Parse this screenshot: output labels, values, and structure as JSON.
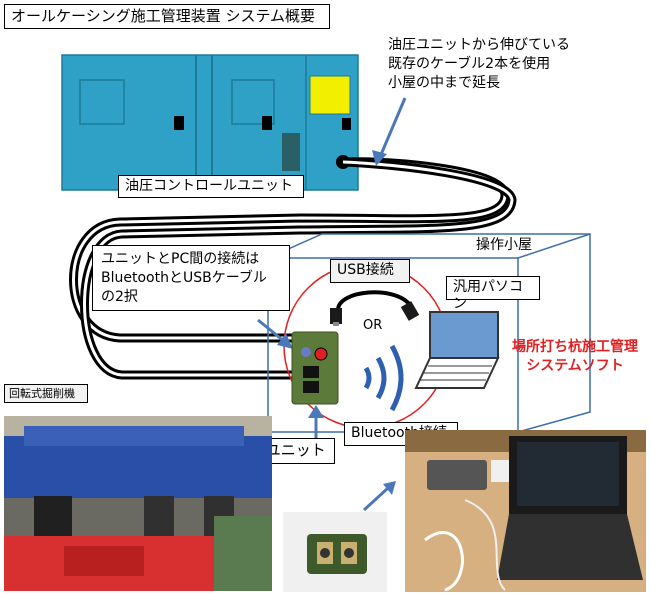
{
  "title": "オールケーシング施工管理装置 システム概要",
  "cable_note": [
    "油圧ユニットから伸びている",
    "既存のケーブル2本を使用",
    "小屋の中まで延長"
  ],
  "hydraulic_unit_label": "油圧コントロールユニット",
  "connection_note": [
    "ユニットとPC間の接続は",
    "BluetoothとUSBケーブル",
    "の2択"
  ],
  "hut_label": "操作小屋",
  "usb_label": "USB接続",
  "pc_label": "汎用パソコン",
  "or_label": "OR",
  "software_label": [
    "場所打ち杭施工管理",
    "システムソフト"
  ],
  "bluetooth_label": "Bluetooth接続",
  "ad_unit_label": "AD変換無線ユニット",
  "machine_label": "回転式掘削機",
  "colors": {
    "unit_body": "#2fa0c6",
    "hut_border": "#3f6fa8",
    "accent_red": "#e02020",
    "arrow_blue": "#4b78b8",
    "ad_box": "#5c7a3a",
    "wireless_wave": "#2f5fb0"
  }
}
